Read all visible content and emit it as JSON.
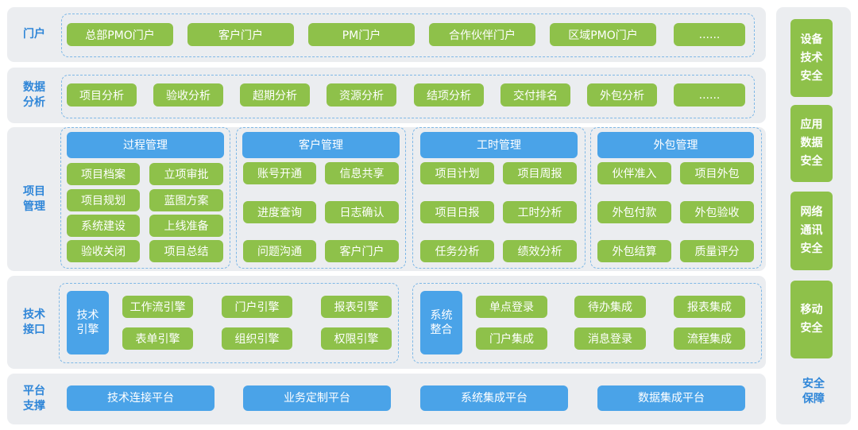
{
  "rows": {
    "portal": {
      "label": "门户",
      "items": [
        "总部PMO门户",
        "客户门户",
        "PM门户",
        "合作伙伴门户",
        "区域PMO门户",
        "......"
      ]
    },
    "analysis": {
      "label": "数据\n分析",
      "items": [
        "项目分析",
        "验收分析",
        "超期分析",
        "资源分析",
        "结项分析",
        "交付排名",
        "外包分析",
        "......"
      ]
    },
    "project": {
      "label": "项目\n管理",
      "groups": [
        {
          "title": "过程管理",
          "items": [
            "项目档案",
            "立项审批",
            "项目规划",
            "蓝图方案",
            "系统建设",
            "上线准备",
            "验收关闭",
            "项目总结"
          ]
        },
        {
          "title": "客户管理",
          "items": [
            "账号开通",
            "信息共享",
            "进度查询",
            "日志确认",
            "问题沟通",
            "客户门户"
          ]
        },
        {
          "title": "工时管理",
          "items": [
            "项目计划",
            "项目周报",
            "项目日报",
            "工时分析",
            "任务分析",
            "绩效分析"
          ]
        },
        {
          "title": "外包管理",
          "items": [
            "伙伴准入",
            "项目外包",
            "外包付款",
            "外包验收",
            "外包结算",
            "质量评分"
          ]
        }
      ]
    },
    "interface": {
      "label": "技术\n接口",
      "groups": [
        {
          "title": "技术\n引擎",
          "items": [
            "工作流引擎",
            "门户引擎",
            "报表引擎",
            "表单引擎",
            "组织引擎",
            "权限引擎"
          ]
        },
        {
          "title": "系统\n整合",
          "items": [
            "单点登录",
            "待办集成",
            "报表集成",
            "门户集成",
            "消息登录",
            "流程集成"
          ]
        }
      ]
    },
    "platform": {
      "label": "平台\n支撑",
      "items": [
        "技术连接平台",
        "业务定制平台",
        "系统集成平台",
        "数据集成平台"
      ]
    }
  },
  "security": {
    "items": [
      "设备\n技术\n安全",
      "应用\n数据\n安全",
      "网络\n通讯\n安全",
      "移动\n安全"
    ],
    "footer": "安全\n保障"
  },
  "colors": {
    "green": "#8ec14a",
    "blue": "#4aa3e8",
    "label": "#2f86d8",
    "band": "#ebedf0",
    "dash": "#7fb8e6"
  }
}
